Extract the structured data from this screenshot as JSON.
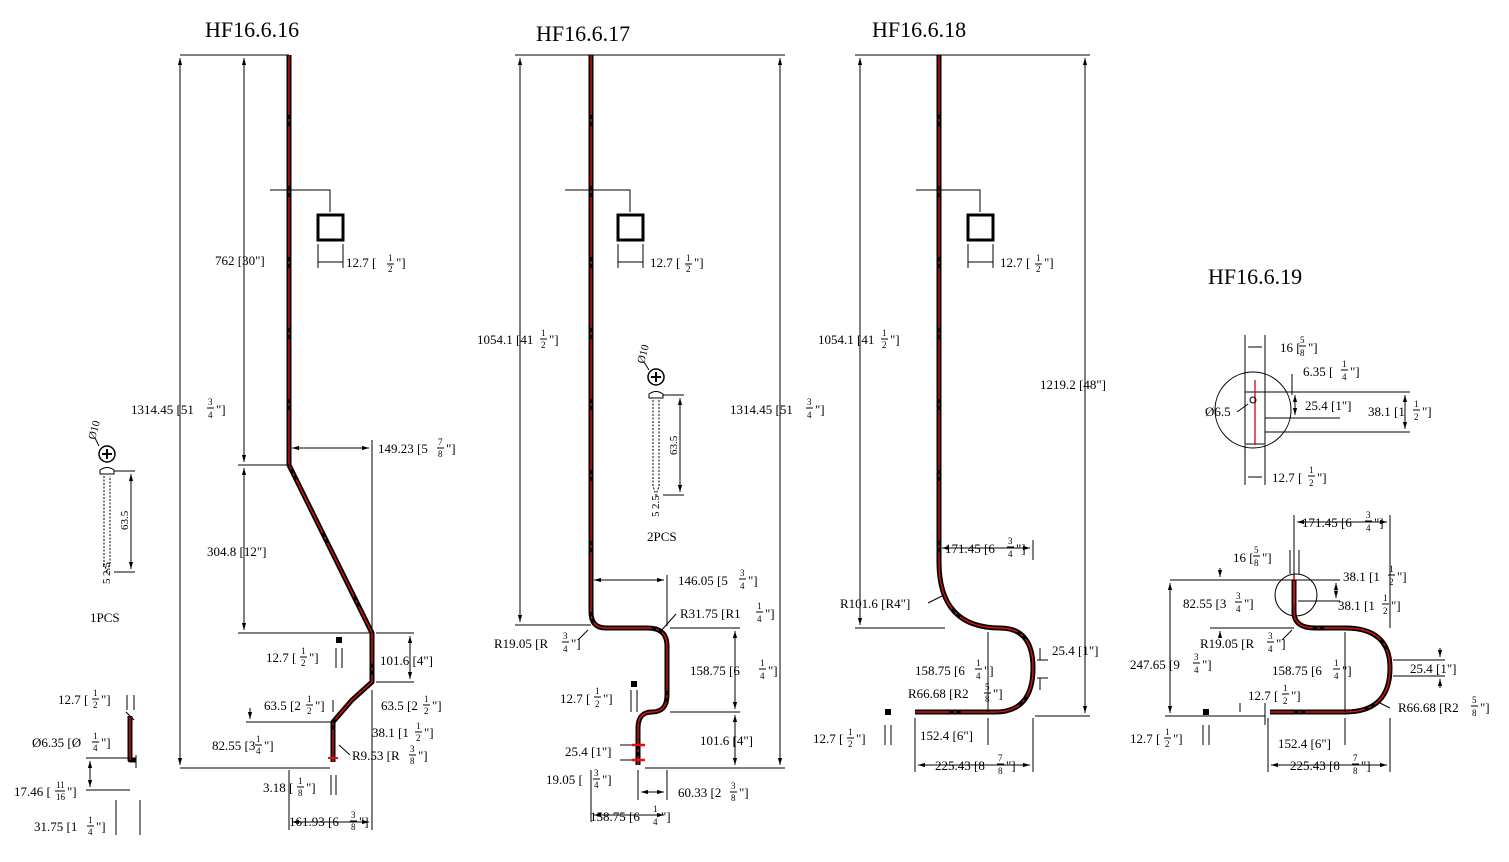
{
  "colors": {
    "line": "#000000",
    "centerline": "#e01010",
    "background": "#ffffff"
  },
  "icons": {
    "screw": "phillips-screw-icon",
    "bracket": "square-bracket-icon"
  },
  "parts": [
    {
      "title": "HF16.6.16",
      "dims": {
        "total_height": "1314.45 [51",
        "total_height_frac": [
          "3",
          "4"
        ],
        "upper": "762 [30\"]",
        "diag": "304.8 [12\"]",
        "offset": "149.23 [5",
        "offset_frac": [
          "7",
          "8"
        ],
        "sq": "12.7 [",
        "sq_frac": [
          "1",
          "2"
        ],
        "gap": "12.7 [",
        "gap_frac": [
          "1",
          "2"
        ],
        "seg": "101.6 [4\"]",
        "jog_l": "63.5 [2",
        "jog_l_frac": [
          "1",
          "2"
        ],
        "jog_r": "63.5 [2",
        "jog_r_frac": [
          "1",
          "2"
        ],
        "leg": "38.1 [1",
        "leg_frac": [
          "1",
          "2"
        ],
        "lower": "82.55 [3",
        "lower_frac": [
          "1",
          "4"
        ],
        "radius": "R9.53 [R",
        "radius_frac": [
          "3",
          "8"
        ],
        "tip": "3.18 [",
        "tip_frac": [
          "1",
          "8"
        ],
        "width": "161.93 [6",
        "width_frac": [
          "3",
          "8"
        ]
      },
      "screw": {
        "dia": "Ø10",
        "len": "63.5",
        "head": "5",
        "thread": "2.5",
        "qty": "1PCS"
      },
      "detail": {
        "d1": "12.7 [",
        "d1_frac": [
          "1",
          "2"
        ],
        "d2": "Ø6.35 [Ø",
        "d2_frac": [
          "1",
          "4"
        ],
        "d3": "17.46 [",
        "d3_frac": [
          "11",
          "16"
        ],
        "d4": "31.75 [1",
        "d4_frac": [
          "1",
          "4"
        ]
      }
    },
    {
      "title": "HF16.6.17",
      "dims": {
        "upper": "1054.1 [41",
        "upper_frac": [
          "1",
          "2"
        ],
        "total_height": "1314.45 [51",
        "total_height_frac": [
          "3",
          "4"
        ],
        "sq": "12.7 [",
        "sq_frac": [
          "1",
          "2"
        ],
        "arm": "146.05 [5",
        "arm_frac": [
          "3",
          "4"
        ],
        "r_big": "R31.75 [R1",
        "r_big_frac": [
          "1",
          "4"
        ],
        "r_small": "R19.05 [R",
        "r_small_frac": [
          "3",
          "4"
        ],
        "drop": "158.75 [6",
        "drop_frac": [
          "1",
          "4"
        ],
        "gap": "12.7 [",
        "gap_frac": [
          "1",
          "2"
        ],
        "seg": "101.6 [4\"]",
        "pin": "25.4 [1\"]",
        "pin2": "19.05 [",
        "pin2_frac": [
          "3",
          "4"
        ],
        "off": "60.33 [2",
        "off_frac": [
          "3",
          "8"
        ],
        "width": "158.75 [6",
        "width_frac": [
          "1",
          "4"
        ]
      },
      "screw": {
        "dia": "Ø10",
        "len": "63.5",
        "head": "5",
        "thread": "2.5",
        "qty": "2PCS"
      }
    },
    {
      "title": "HF16.6.18",
      "dims": {
        "upper": "1054.1 [41",
        "upper_frac": [
          "1",
          "2"
        ],
        "total_height": "1219.2 [48\"]",
        "sq": "12.7 [",
        "sq_frac": [
          "1",
          "2"
        ],
        "arm": "171.45 [6",
        "arm_frac": [
          "3",
          "4"
        ],
        "r1": "R101.6 [R4\"]",
        "pin": "25.4 [1\"]",
        "drop": "158.75 [6",
        "drop_frac": [
          "1",
          "4"
        ],
        "r2": "R66.68 [R2",
        "r2_frac": [
          "5",
          "8"
        ],
        "gap": "12.7 [",
        "gap_frac": [
          "1",
          "2"
        ],
        "base": "152.4 [6\"]",
        "width": "225.43 [8",
        "width_frac": [
          "7",
          "8"
        ]
      }
    },
    {
      "title": "HF16.6.19",
      "top": {
        "a": "16 [",
        "a_frac": [
          "5",
          "8"
        ],
        "b": "6.35 [",
        "b_frac": [
          "1",
          "4"
        ],
        "c": "25.4 [1\"]",
        "d": "38.1 [1",
        "d_frac": [
          "1",
          "2"
        ],
        "dia": "Ø6.5",
        "e": "12.7 [",
        "e_frac": [
          "1",
          "2"
        ]
      },
      "dims": {
        "arm": "171.45 [6",
        "arm_frac": [
          "3",
          "4"
        ],
        "a": "16 [",
        "a_frac": [
          "5",
          "8"
        ],
        "b": "38.1 [1",
        "b_frac": [
          "1",
          "2"
        ],
        "c": "38.1 [1",
        "c_frac": [
          "1",
          "2"
        ],
        "h": "82.55 [3",
        "h_frac": [
          "3",
          "4"
        ],
        "r1": "R19.05 [R",
        "r1_frac": [
          "3",
          "4"
        ],
        "total": "247.65 [9",
        "total_frac": [
          "3",
          "4"
        ],
        "drop": "158.75 [6",
        "drop_frac": [
          "1",
          "4"
        ],
        "pin": "25.4 [1\"]",
        "gap": "12.7 [",
        "gap_frac": [
          "1",
          "2"
        ],
        "gap2": "12.7 [",
        "gap2_frac": [
          "1",
          "2"
        ],
        "r2": "R66.68 [R2",
        "r2_frac": [
          "5",
          "8"
        ],
        "base": "152.4 [6\"]",
        "width": "225.43 [8",
        "width_frac": [
          "7",
          "8"
        ]
      }
    }
  ]
}
